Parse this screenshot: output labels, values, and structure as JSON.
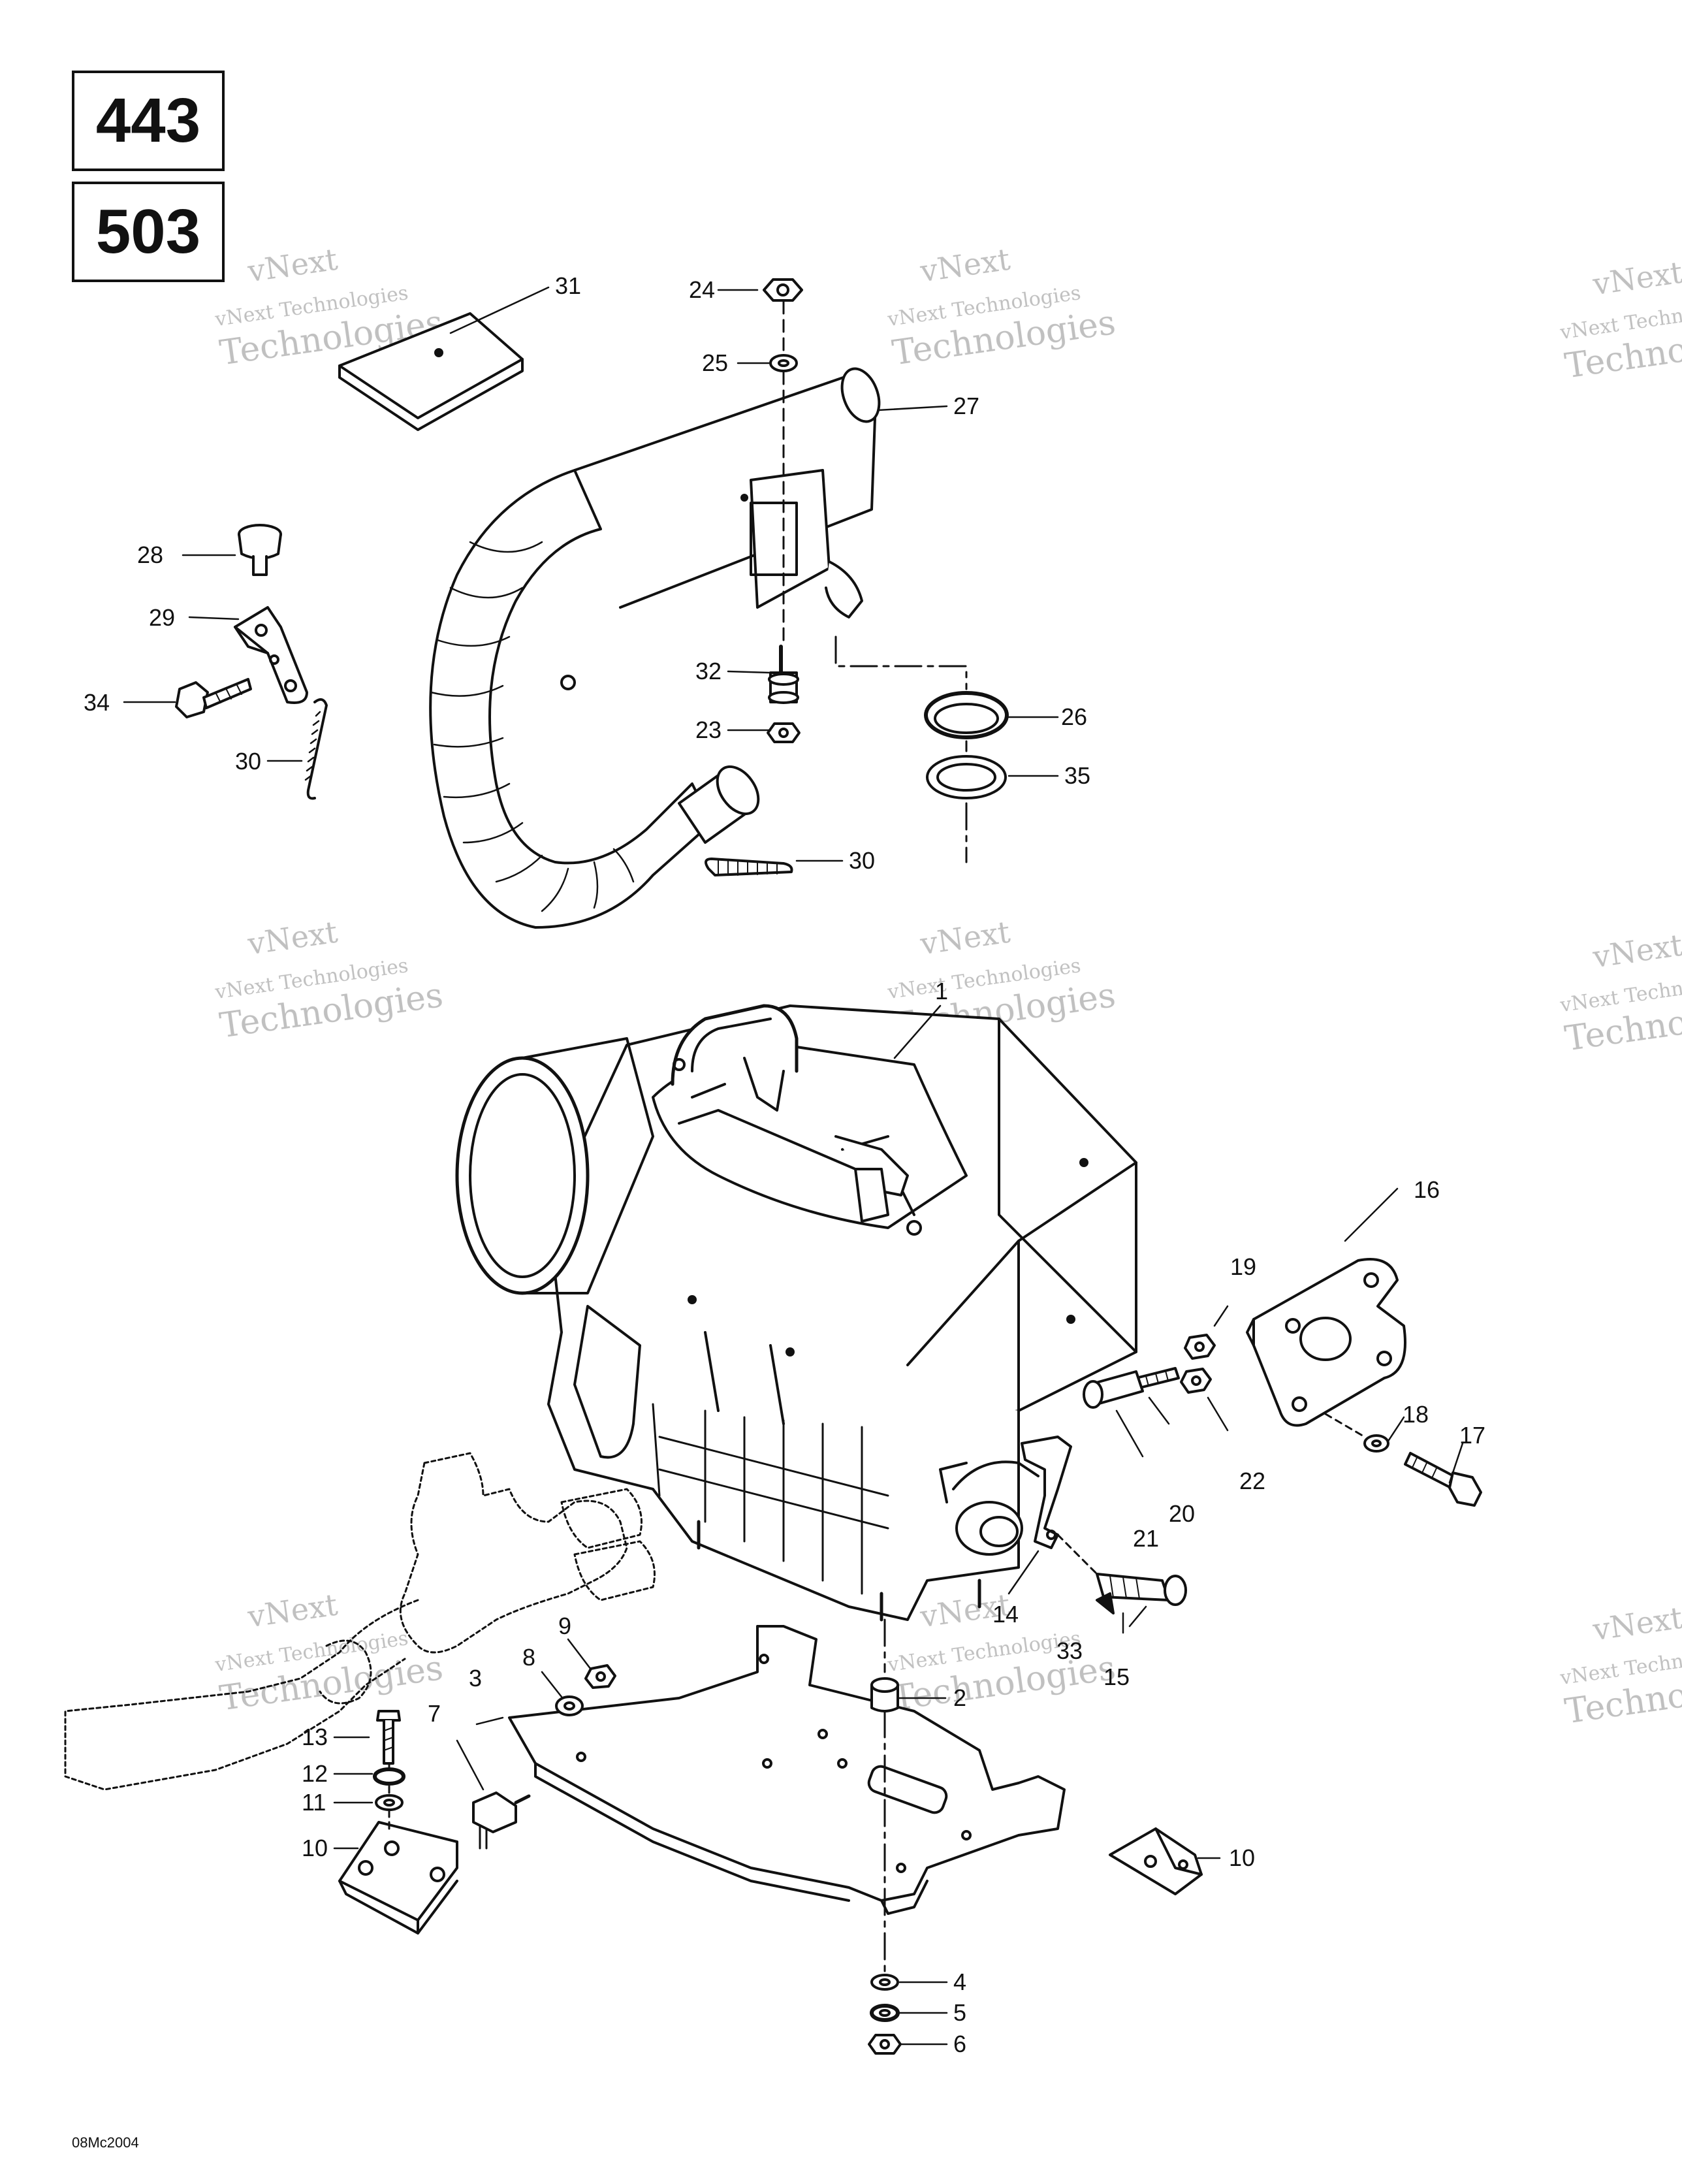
{
  "models": [
    "443",
    "503"
  ],
  "figure_code": "08Mc2004",
  "watermark": {
    "line1": "vNext",
    "line2": "vNext Technologies",
    "line3": "Technologies"
  },
  "callouts": {
    "c1": "1",
    "c2": "2",
    "c3": "3",
    "c4": "4",
    "c5": "5",
    "c6": "6",
    "c7": "7",
    "c8": "8",
    "c9": "9",
    "c10a": "10",
    "c10b": "10",
    "c11": "11",
    "c12": "12",
    "c13": "13",
    "c14": "14",
    "c15": "15",
    "c16": "16",
    "c17": "17",
    "c18": "18",
    "c19": "19",
    "c20": "20",
    "c21": "21",
    "c22": "22",
    "c23": "23",
    "c24": "24",
    "c25": "25",
    "c26": "26",
    "c27": "27",
    "c28": "28",
    "c29": "29",
    "c30a": "30",
    "c30b": "30",
    "c31": "31",
    "c32": "32",
    "c33": "33",
    "c34": "34",
    "c35": "35"
  }
}
